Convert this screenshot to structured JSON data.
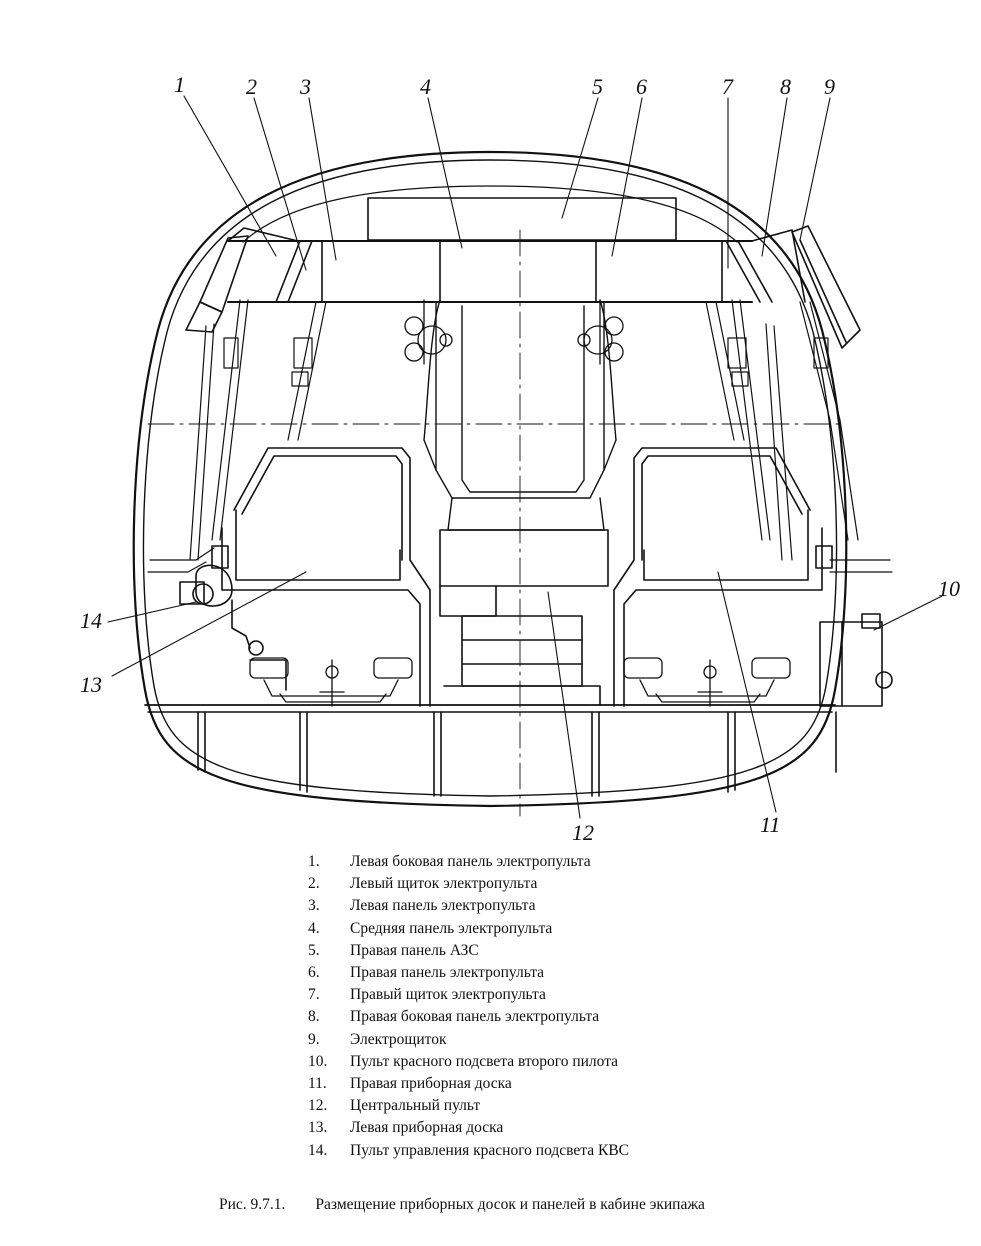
{
  "diagram": {
    "callouts": [
      "1",
      "2",
      "3",
      "4",
      "5",
      "6",
      "7",
      "8",
      "9",
      "10",
      "11",
      "12",
      "13",
      "14"
    ]
  },
  "legend": [
    {
      "num": "1.",
      "text": "Левая боковая панель электропульта"
    },
    {
      "num": "2.",
      "text": "Левый щиток электропульта"
    },
    {
      "num": "3.",
      "text": "Левая панель электропульта"
    },
    {
      "num": "4.",
      "text": "Средняя панель электропульта"
    },
    {
      "num": "5.",
      "text": "Правая панель АЗС"
    },
    {
      "num": "6.",
      "text": "Правая панель электропульта"
    },
    {
      "num": "7.",
      "text": "Правый щиток электропульта"
    },
    {
      "num": "8.",
      "text": "Правая боковая панель электропульта"
    },
    {
      "num": "9.",
      "text": "Электрощиток"
    },
    {
      "num": "10.",
      "text": "Пульт красного подсвета второго пилота"
    },
    {
      "num": "11.",
      "text": "Правая приборная доска"
    },
    {
      "num": "12.",
      "text": "Центральный пульт"
    },
    {
      "num": "13.",
      "text": "Левая приборная доска"
    },
    {
      "num": "14.",
      "text": "Пульт управления красного подсвета КВС"
    }
  ],
  "caption": {
    "figure": "Рис. 9.7.1.",
    "title": "Размещение приборных досок и панелей в кабине экипажа"
  }
}
